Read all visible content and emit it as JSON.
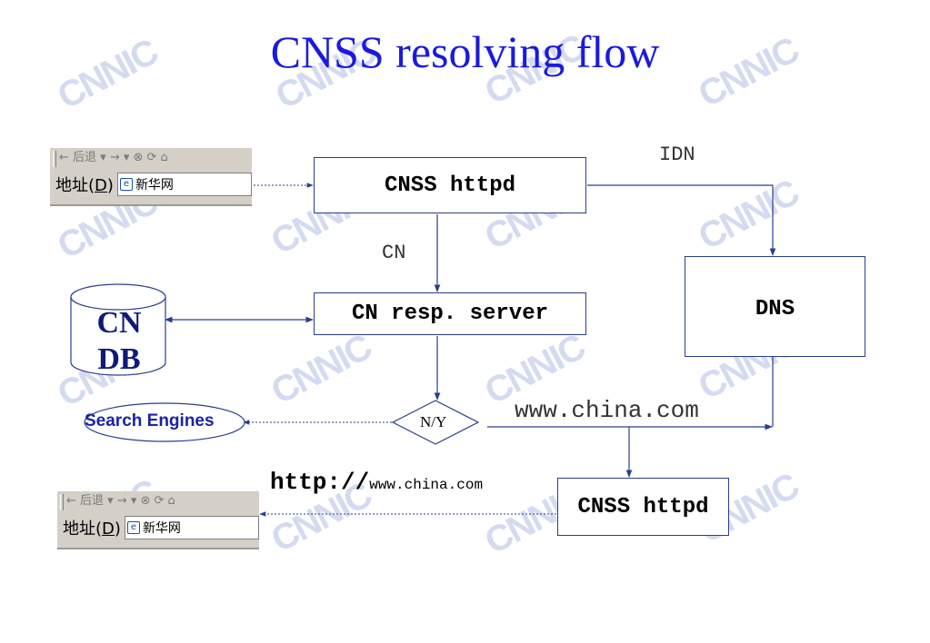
{
  "title": "CNSS resolving flow",
  "watermark": "CNNIC",
  "boxes": {
    "cnss_httpd_top": "CNSS httpd",
    "cn_resp_server": "CN resp. server",
    "dns": "DNS",
    "cnss_httpd_bottom": "CNSS httpd"
  },
  "database": {
    "line1": "CN",
    "line2": "DB"
  },
  "decision": "N/Y",
  "search_engines": "Search Engines",
  "labels": {
    "idn": "IDN",
    "cn": "CN",
    "domain": "www.china.com",
    "http_prefix": "http://",
    "http_host": "www.china.com"
  },
  "browser": {
    "nav_text": "← 后退 ▾ → ▾ ⊗ ⟳ ⌂",
    "address_label": "地址(",
    "address_key": "D",
    "address_close": ")",
    "address_value": "新华网"
  },
  "colors": {
    "title": "#1a1adf",
    "box_border": "#2a3d8f",
    "watermark": "#d4dbf1"
  }
}
